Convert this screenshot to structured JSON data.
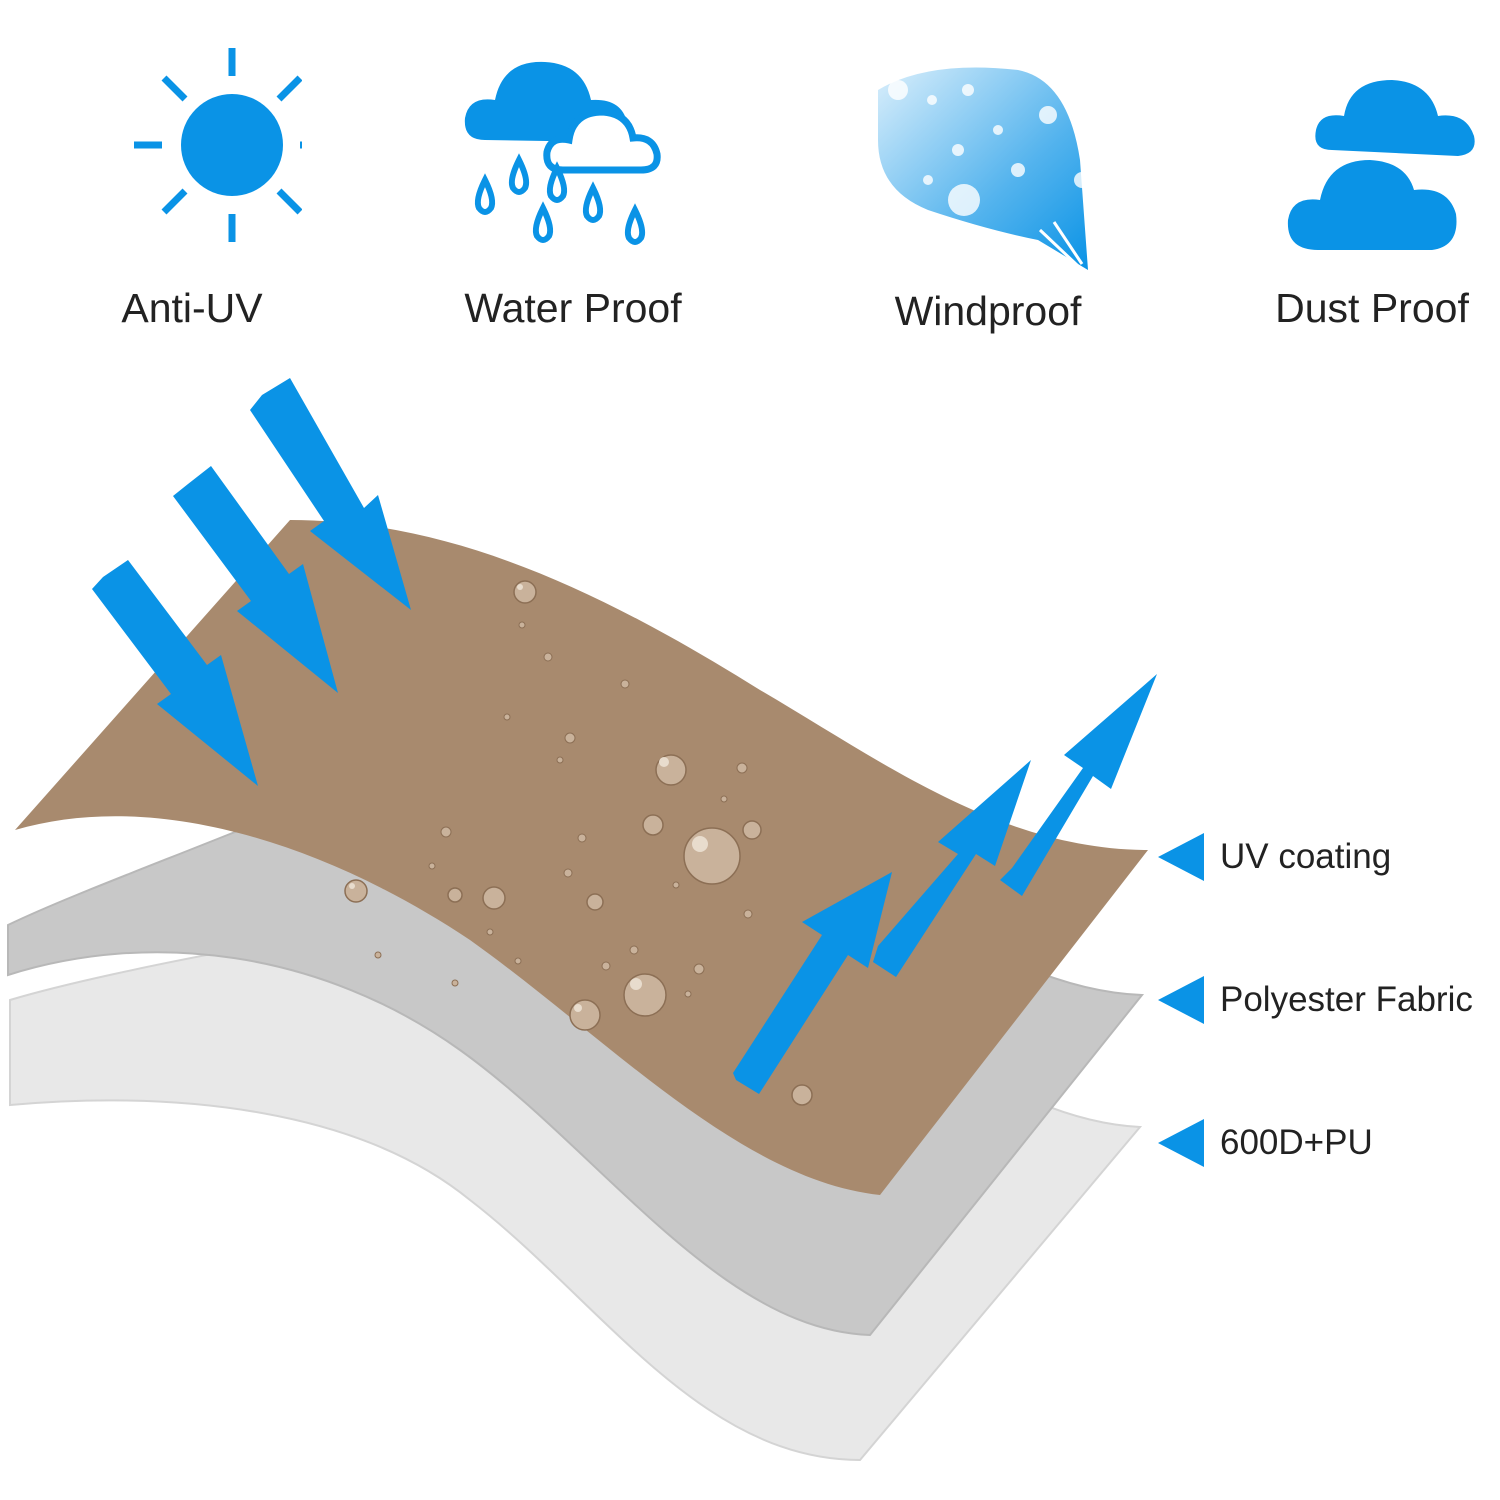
{
  "features": [
    {
      "label": "Anti-UV",
      "icon": "sun-icon"
    },
    {
      "label": "Water Proof",
      "icon": "rain-cloud-icon"
    },
    {
      "label": "Windproof",
      "icon": "wind-spray-icon"
    },
    {
      "label": "Dust Proof",
      "icon": "clouds-icon"
    }
  ],
  "layers": [
    {
      "label": "UV coating",
      "color": "#a88a6e"
    },
    {
      "label": "Polyester Fabric",
      "color": "#c8c8c8"
    },
    {
      "label": "600D+PU",
      "color": "#e6e6e6"
    }
  ],
  "colors": {
    "accent": "#0a93e6",
    "text": "#222222"
  }
}
